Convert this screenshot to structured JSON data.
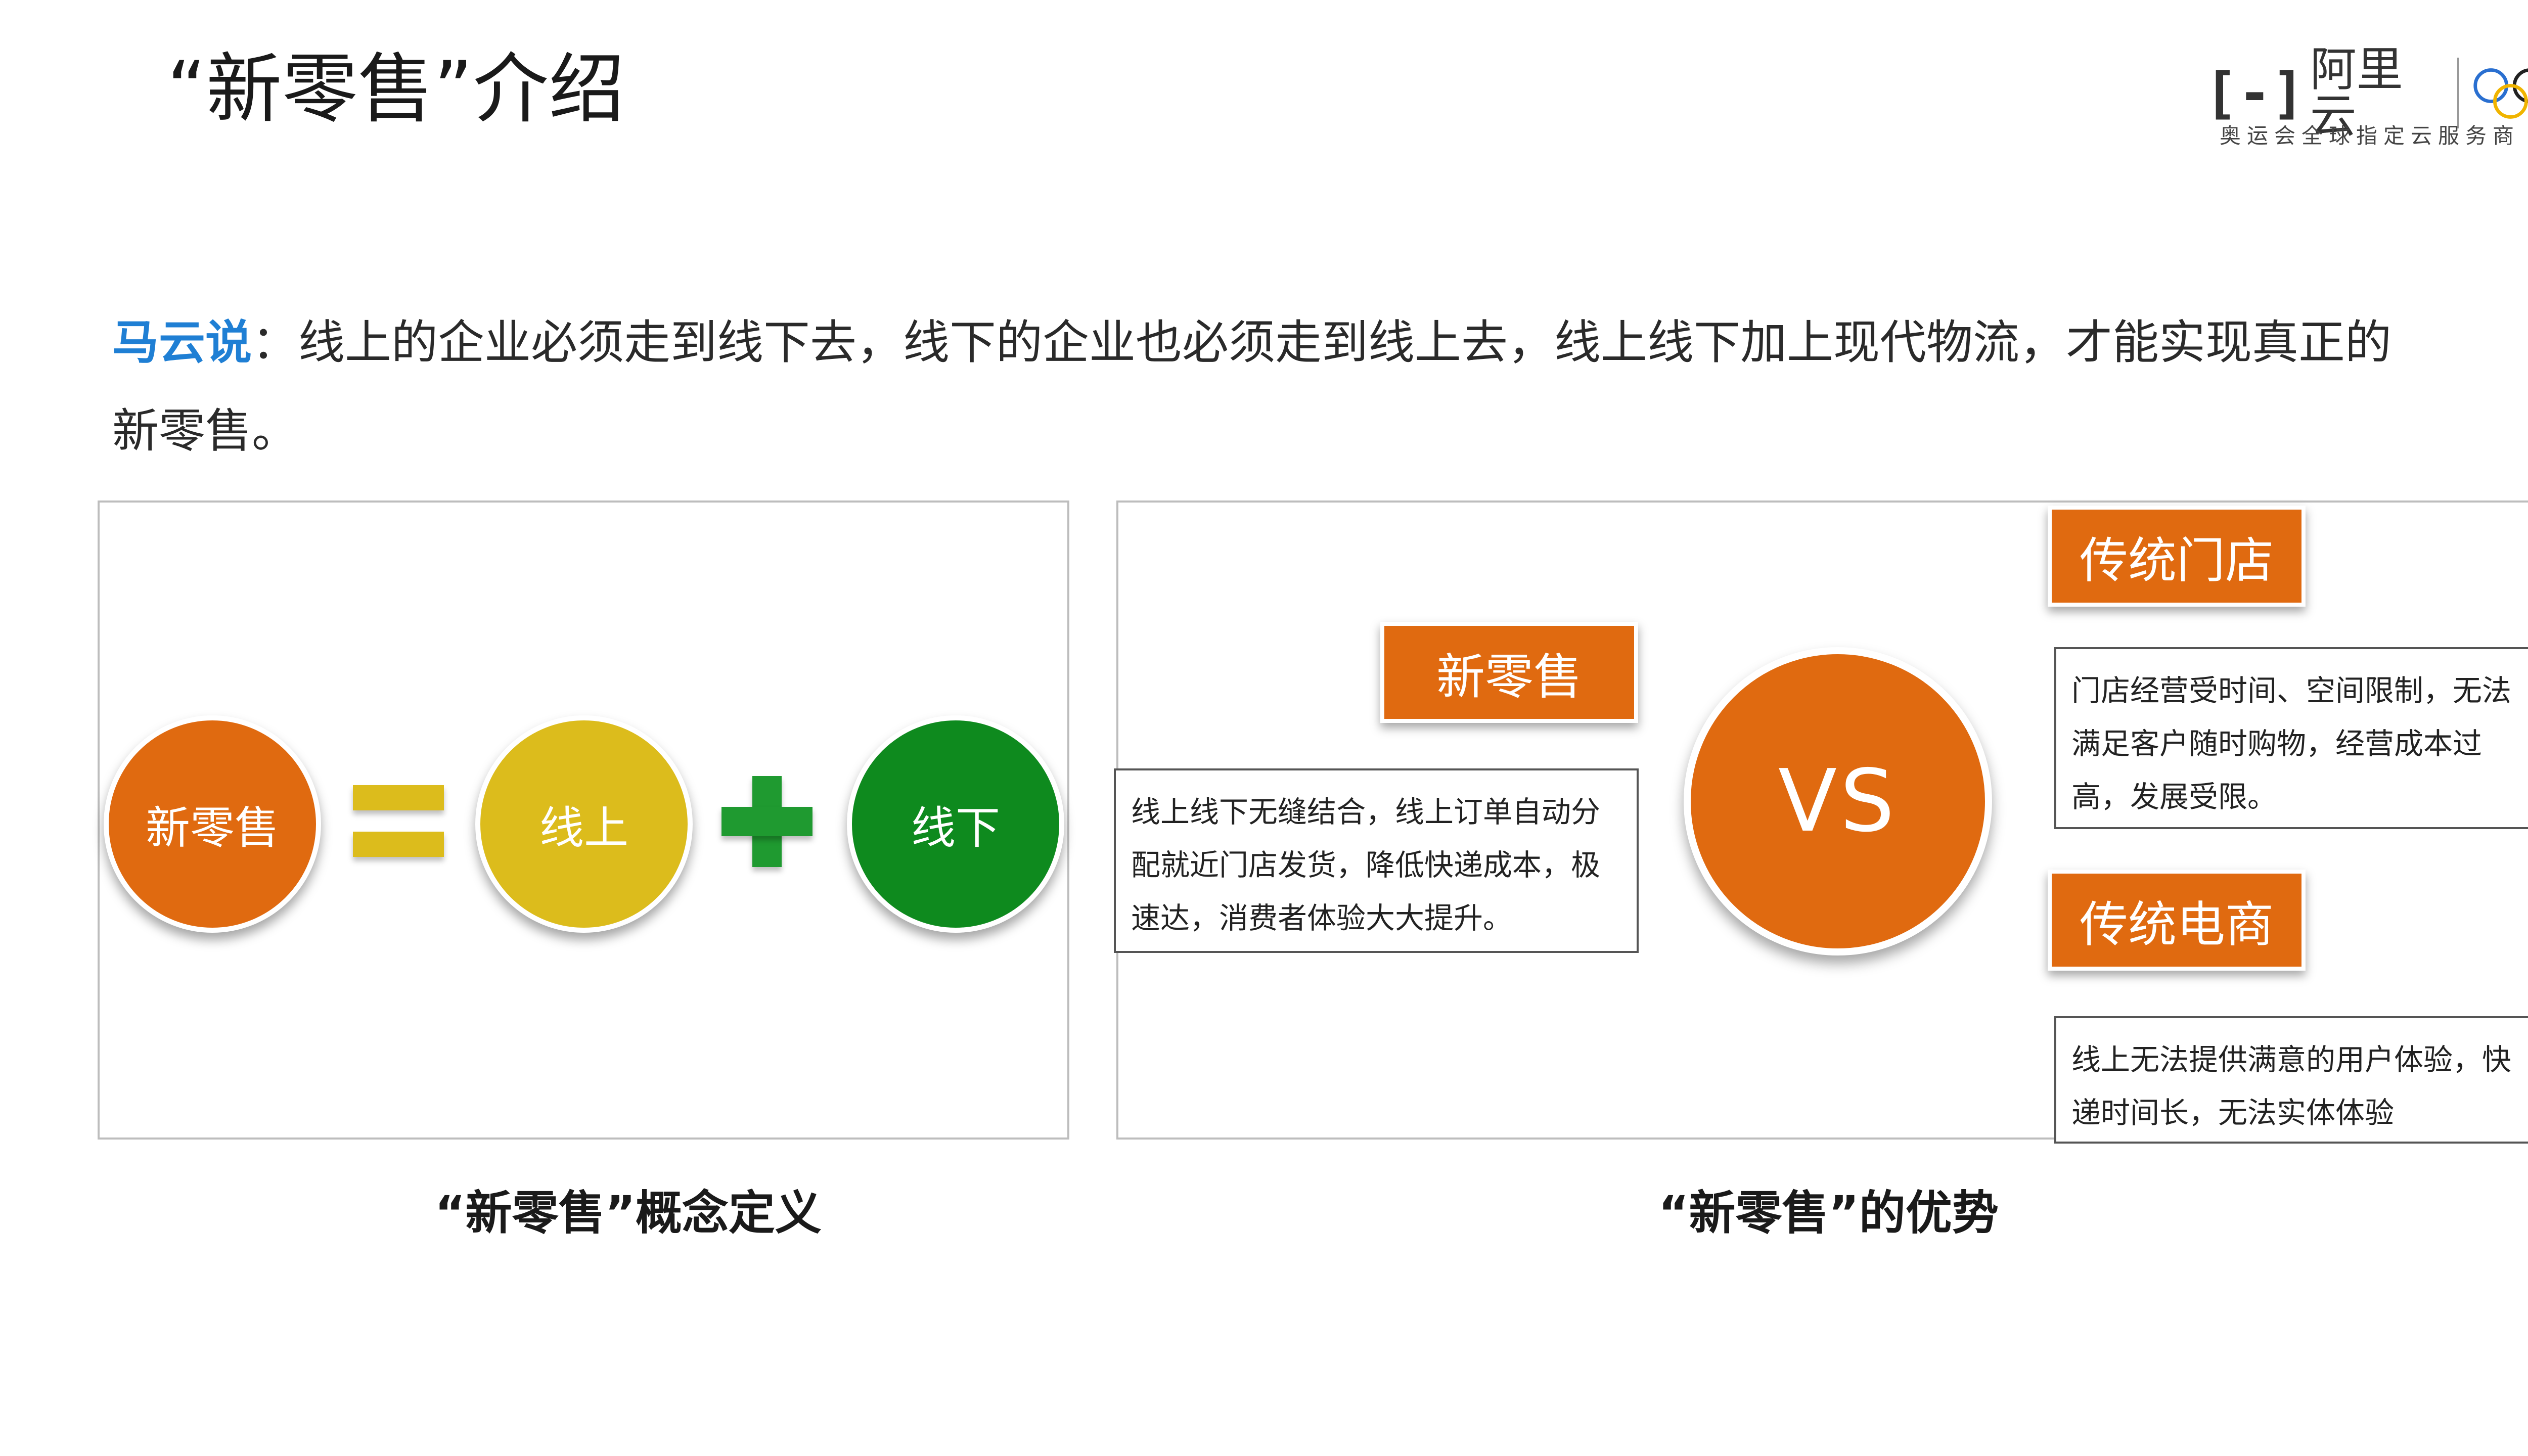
{
  "title": "“新零售”介绍",
  "logo": {
    "bracket": "[-]",
    "name": "阿里云",
    "subtitle": "奥运会全球指定云服务商",
    "rings_icon": "olympic-rings-icon"
  },
  "quote": {
    "speaker": "马云说",
    "text": "：线上的企业必须走到线下去，线下的企业也必须走到线上去，线上线下加上现代物流，才能实现真正的新零售。"
  },
  "concept": {
    "new_retail": "新零售",
    "online": "线上",
    "offline": "线下",
    "caption": "“新零售”概念定义"
  },
  "advantage": {
    "new_retail_tag": "新零售",
    "new_retail_desc": "线上线下无缝结合，线上订单自动分配就近门店发货，降低快递成本，极速达，消费者体验大大提升。",
    "vs": "VS",
    "store_tag": "传统门店",
    "store_desc": "门店经营受时间、空间限制，无法满足客户随时购物，经营成本过高，发展受限。",
    "ecom_tag": "传统电商",
    "ecom_desc": "线上无法提供满意的用户体验，快递时间长，无法实体体验",
    "caption": "“新零售”的优势"
  },
  "colors": {
    "orange": "#e06a10",
    "yellow": "#dcbc1c",
    "green": "#0e8a1e",
    "accent_blue": "#1f7fd4"
  }
}
